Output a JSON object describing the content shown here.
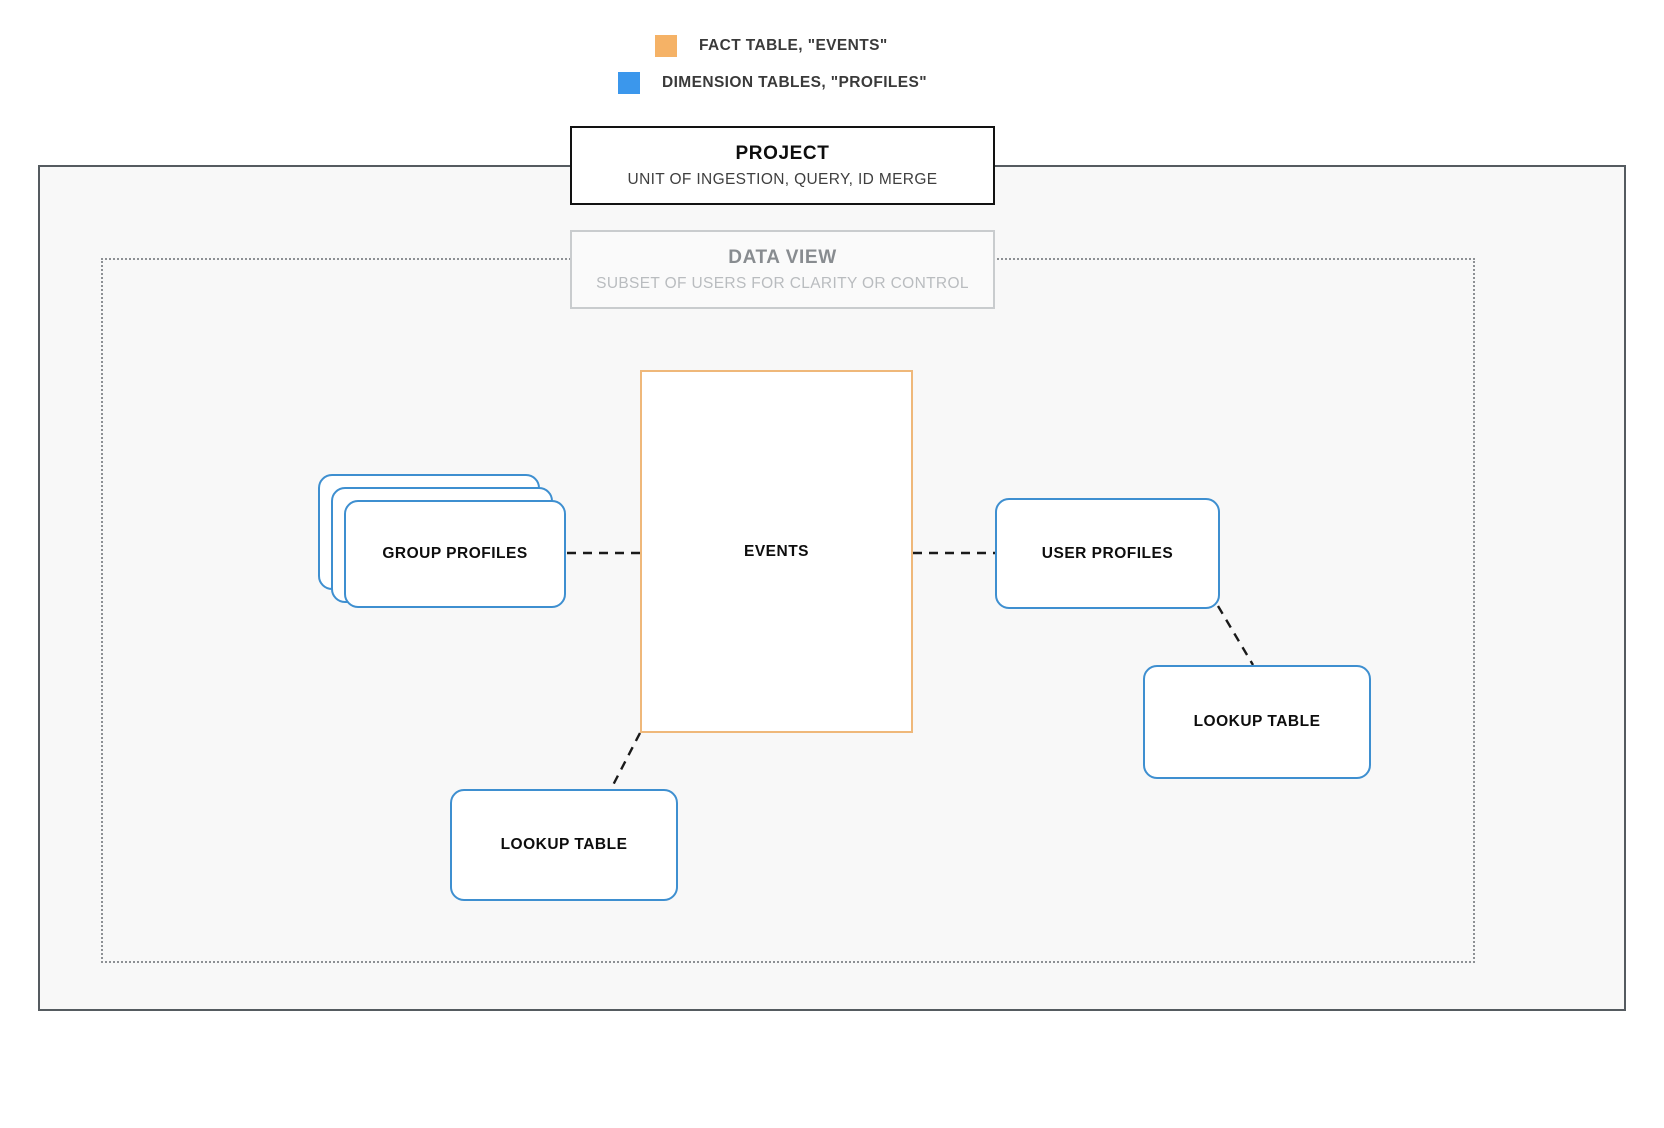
{
  "legend": {
    "items": [
      {
        "label": "FACT TABLE, \"EVENTS\"",
        "color": "#f5b266",
        "swatch": "orange-swatch-icon"
      },
      {
        "label": "DIMENSION TABLES, \"PROFILES\"",
        "color": "#3b97ec",
        "swatch": "blue-swatch-icon"
      }
    ]
  },
  "project": {
    "title": "PROJECT",
    "subtitle": "UNIT OF INGESTION, QUERY, ID MERGE",
    "border_color": "#121212"
  },
  "data_view": {
    "title": "DATA VIEW",
    "subtitle": "SUBSET OF USERS FOR CLARITY OR CONTROL",
    "border_color": "#c9ccce"
  },
  "nodes": {
    "events": {
      "label": "EVENTS",
      "type": "fact-table",
      "color": "#efb87a"
    },
    "group_profiles": {
      "label": "GROUP PROFILES",
      "type": "dimension-table-stack",
      "color": "#3e8fd0",
      "stack_count": 3
    },
    "user_profiles": {
      "label": "USER PROFILES",
      "type": "dimension-table",
      "color": "#3e8fd0"
    },
    "lookup_table_left": {
      "label": "LOOKUP TABLE",
      "type": "lookup-table",
      "color": "#3e8fd0"
    },
    "lookup_table_right": {
      "label": "LOOKUP TABLE",
      "type": "lookup-table",
      "color": "#3e8fd0"
    }
  },
  "connections": [
    {
      "from": "group_profiles",
      "to": "events",
      "style": "dashed"
    },
    {
      "from": "events",
      "to": "user_profiles",
      "style": "dashed"
    },
    {
      "from": "events",
      "to": "lookup_table_left",
      "style": "dashed"
    },
    {
      "from": "user_profiles",
      "to": "lookup_table_right",
      "style": "dashed"
    }
  ]
}
